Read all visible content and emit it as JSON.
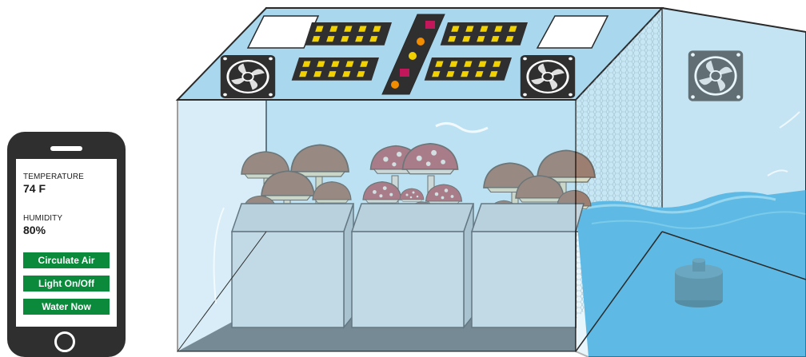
{
  "phone": {
    "temperature_label": "TEMPERATURE",
    "temperature_value": "74 F",
    "humidity_label": "HUMIDITY",
    "humidity_value": "80%",
    "buttons": [
      "Circulate Air",
      "Light On/Off",
      "Water Now"
    ]
  },
  "colors": {
    "button_green": "#0b8a3c",
    "phone_body": "#2f2f2f",
    "tank_glass": "#bfe3f3",
    "water": "#2aa5dc",
    "mushroom_brown": "#8b4a2b",
    "mushroom_red": "#a83236"
  },
  "icons": [
    "fan-icon",
    "led-panel-icon",
    "indicator-light-icon",
    "phone-home-button-icon"
  ]
}
